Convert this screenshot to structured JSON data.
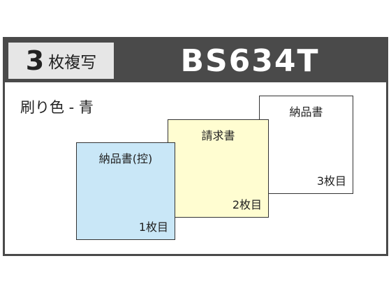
{
  "header": {
    "copies_number": "3",
    "copies_label": "枚複写",
    "model": "BS634T"
  },
  "print_color": "刷り色 - 青",
  "sheets": [
    {
      "title": "納品書(控)",
      "number": "1枚目",
      "color": "#c9e7f7"
    },
    {
      "title": "請求書",
      "number": "2枚目",
      "color": "#fffdd1"
    },
    {
      "title": "納品書",
      "number": "3枚目",
      "color": "#ffffff"
    }
  ],
  "colors": {
    "frame": "#4a4a4a",
    "copies_box": "#e6e6e6"
  }
}
